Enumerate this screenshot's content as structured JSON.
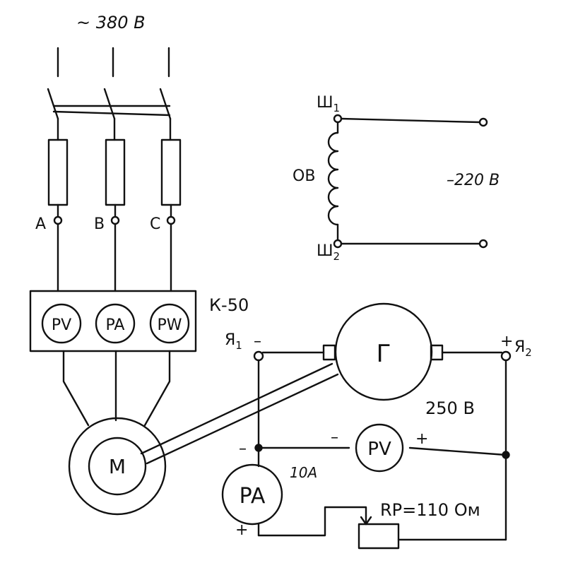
{
  "supply": {
    "label": "~ 380 В"
  },
  "phases": {
    "a": "A",
    "b": "B",
    "c": "C"
  },
  "set": {
    "label": "К-50",
    "voltmeter": "PV",
    "ammeter": "PA",
    "wattmeter": "PW"
  },
  "motor": {
    "label": "М"
  },
  "field": {
    "label": "ОВ",
    "terminal_1": "Ш",
    "terminal_1_sub": "1",
    "terminal_2": "Ш",
    "terminal_2_sub": "2",
    "supply": "–220 В"
  },
  "generator": {
    "label": "Г",
    "terminal_1": "Я",
    "terminal_1_sub": "1",
    "terminal_2": "Я",
    "terminal_2_sub": "2",
    "polarity_1": "–",
    "polarity_2": "+",
    "voltage": "250 В"
  },
  "meters": {
    "voltmeter": "PV",
    "voltmeter_minus": "–",
    "voltmeter_plus": "+",
    "ammeter": "PA",
    "ammeter_minus": "–",
    "ammeter_plus": "+",
    "ammeter_rating": "10А"
  },
  "rheostat": {
    "label": "RP=110 Ом"
  },
  "colors": {
    "ink": "#111111",
    "paper": "#ffffff"
  }
}
